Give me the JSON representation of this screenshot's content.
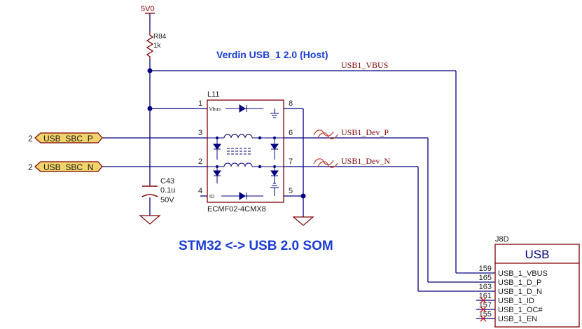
{
  "colors": {
    "wire": "#00007f",
    "part": "#7f0000",
    "netlabel": "#7f0000",
    "blue_text": "#1a3dd6",
    "port_fill": "#f2d36b",
    "junction": "#00007f",
    "dark": "#1a1a1a"
  },
  "power": {
    "label": "5V0"
  },
  "resistor": {
    "ref": "R84",
    "value": "1k"
  },
  "host_label": "Verdin USB_1 2.0 (Host)",
  "nets": {
    "vbus": "USB1_VBUS",
    "dev_p": "USB1_Dev_P",
    "dev_n": "USB1_Dev_N"
  },
  "ports": [
    {
      "sheet": "2",
      "name": "USB_SBC_P"
    },
    {
      "sheet": "2",
      "name": "USB_SBC_N"
    }
  ],
  "filter": {
    "ref": "L11",
    "part": "ECMF02-4CMX8",
    "pins": {
      "p1": "1",
      "p2": "2",
      "p3": "3",
      "p4": "4",
      "p5": "5",
      "p6": "6",
      "p7": "7",
      "p8": "8"
    },
    "vbus_label": "Vbus",
    "id_label": "ID"
  },
  "capacitor": {
    "ref": "C43",
    "value": "0.1u",
    "voltage": "50V"
  },
  "title": "STM32 <-> USB 2.0 SOM",
  "connector": {
    "ref": "J8D",
    "name": "USB",
    "pins": [
      {
        "num": "159",
        "name": "USB_1_VBUS"
      },
      {
        "num": "165",
        "name": "USB_1_D_P"
      },
      {
        "num": "163",
        "name": "USB_1_D_N"
      },
      {
        "num": "161",
        "name": "USB_1_ID"
      },
      {
        "num": "157",
        "name": "USB_1_OC#"
      },
      {
        "num": "155",
        "name": "USB_1_EN"
      }
    ]
  }
}
